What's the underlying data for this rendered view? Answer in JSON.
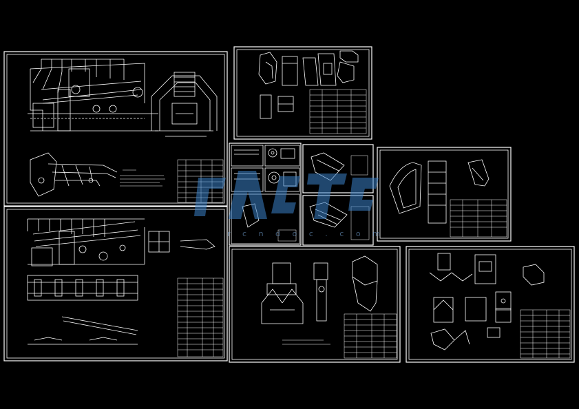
{
  "watermark": {
    "url_text": "r c n   d o c . c o m",
    "color": "#3b82c8"
  },
  "colors": {
    "background": "#000000",
    "line": "#ffffff"
  },
  "sheets": [
    {
      "id": "sheet-conveyor-assembly"
    },
    {
      "id": "sheet-chute-detail-a"
    },
    {
      "id": "sheet-small-parts-grid"
    },
    {
      "id": "sheet-hopper-detail"
    },
    {
      "id": "sheet-elevator-layout"
    },
    {
      "id": "sheet-chute-detail-b"
    },
    {
      "id": "sheet-chute-detail-c"
    }
  ]
}
